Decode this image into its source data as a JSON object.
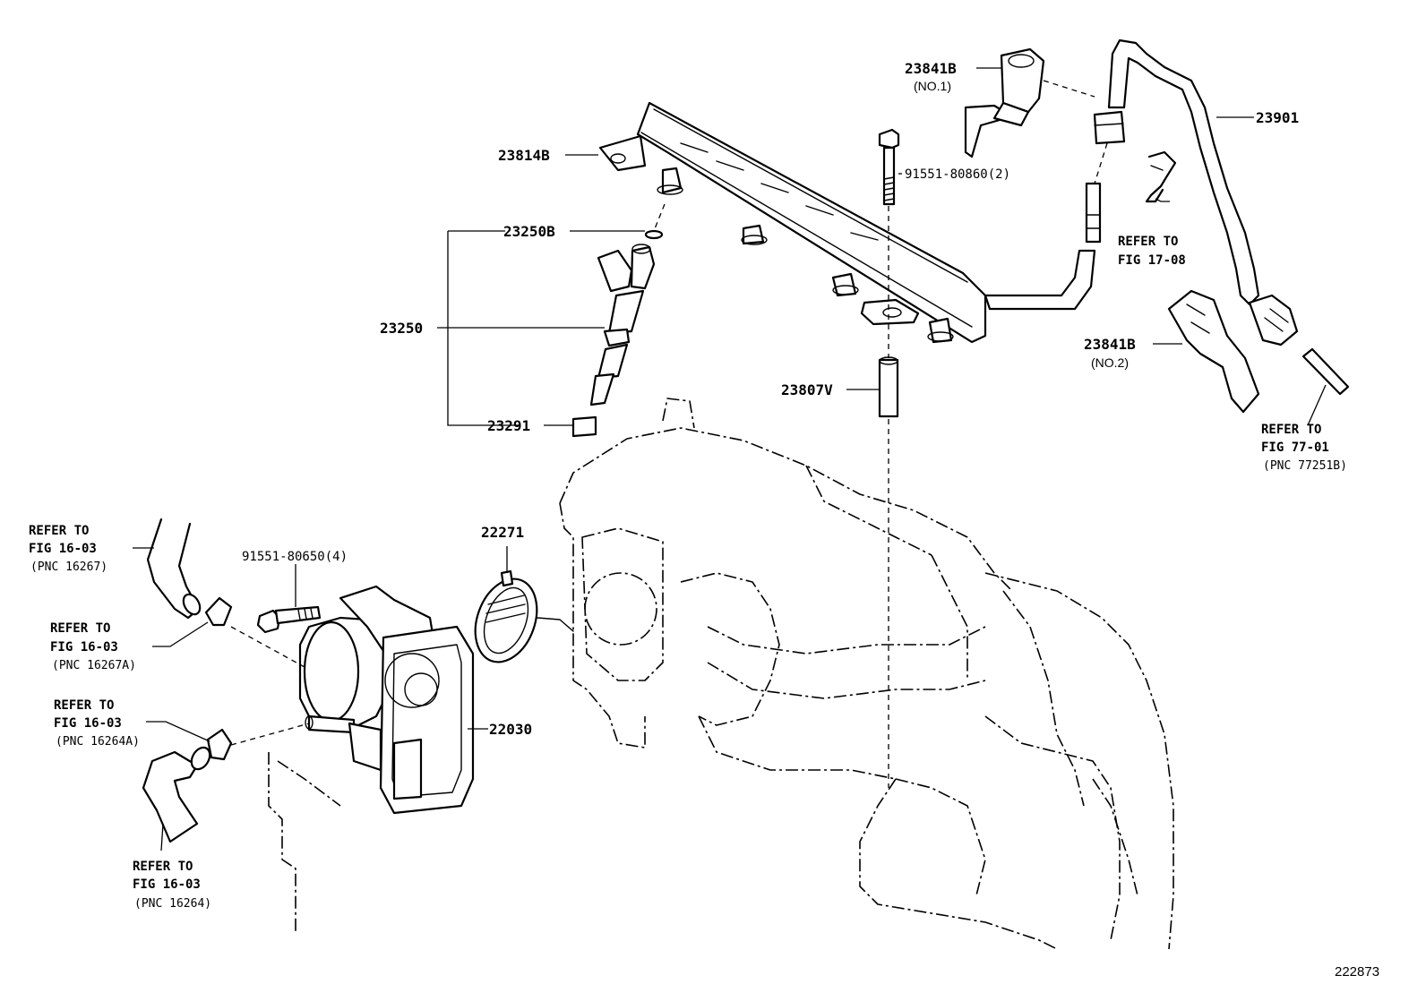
{
  "figure_number": "222873",
  "parts": {
    "p23841b_no1": {
      "code": "23841B",
      "sub": "(NO.1)"
    },
    "p23841b_no2": {
      "code": "23841B",
      "sub": "(NO.2)"
    },
    "p23901": "23901",
    "p23814b": "23814B",
    "p91551_80860": "91551-80860(2)",
    "p23250b": "23250B",
    "p23250": "23250",
    "p23291": "23291",
    "p23807v": "23807V",
    "p22271": "22271",
    "p91551_80650": "91551-80650(4)",
    "p22030": "22030"
  },
  "references": {
    "fig17_08": [
      "REFER TO",
      "FIG 17-08"
    ],
    "fig77_01": [
      "REFER TO",
      "FIG 77-01",
      "(PNC 77251B)"
    ],
    "pnc16267": [
      "REFER TO",
      "FIG 16-03",
      "(PNC 16267)"
    ],
    "pnc16267a": [
      "REFER TO",
      "FIG 16-03",
      "(PNC 16267A)"
    ],
    "pnc16264a": [
      "REFER TO",
      "FIG 16-03",
      "(PNC 16264A)"
    ],
    "pnc16264": [
      "REFER TO",
      "FIG 16-03",
      "(PNC 16264)"
    ]
  }
}
